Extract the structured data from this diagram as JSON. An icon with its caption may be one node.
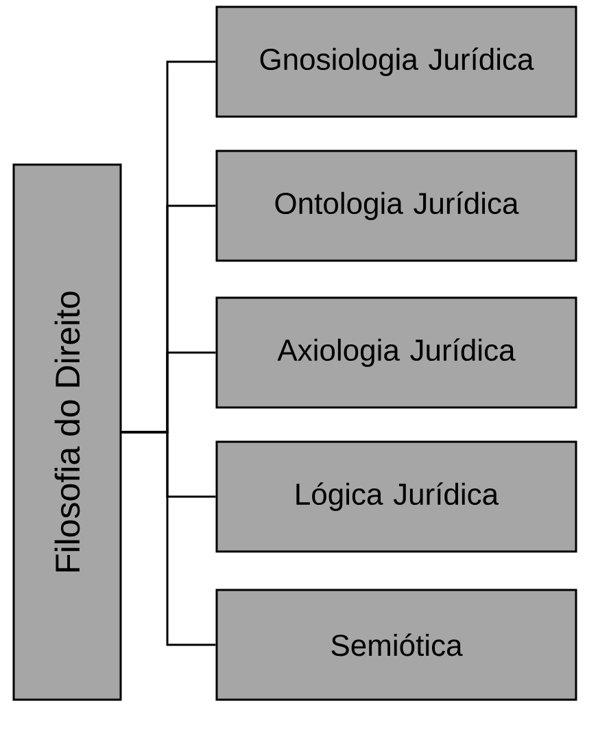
{
  "diagram": {
    "nodes": [
      {
        "text": [
          "Filosofia do Direito"
        ]
      },
      {
        "text": [
          "Gnosiologia Jurídica"
        ]
      },
      {
        "text": [
          "Ontologia Jurídica"
        ]
      },
      {
        "text": [
          "Axiologia Jurídica"
        ]
      },
      {
        "text": [
          "Lógica Jurídica"
        ]
      },
      {
        "text": [
          "Semiótica"
        ]
      }
    ],
    "edges": [
      {
        "from": 0,
        "to": 1,
        "arrow": "none"
      },
      {
        "from": 0,
        "to": 2,
        "arrow": "none"
      },
      {
        "from": 0,
        "to": 3,
        "arrow": "none"
      },
      {
        "from": 0,
        "to": 4,
        "arrow": "none"
      },
      {
        "from": 0,
        "to": 5,
        "arrow": "none"
      }
    ]
  }
}
